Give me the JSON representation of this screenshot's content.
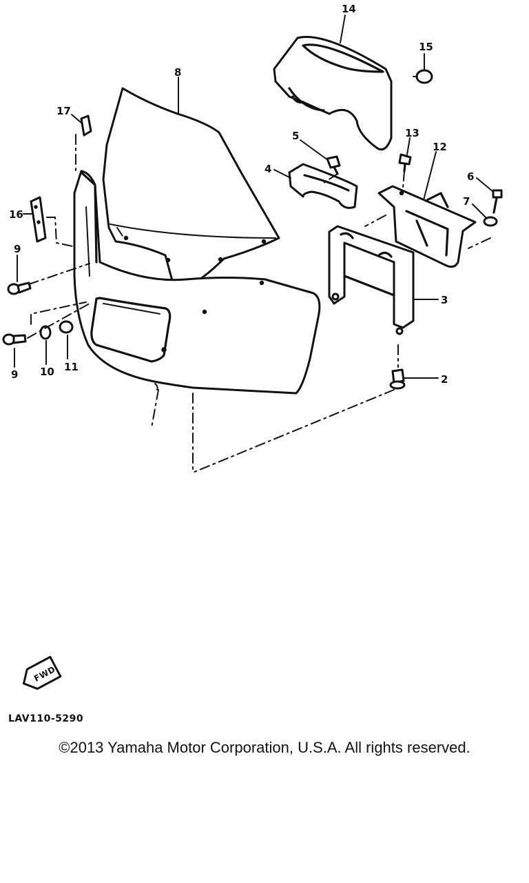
{
  "diagram": {
    "callouts": {
      "c1": "14",
      "c2": "15",
      "c3": "8",
      "c4": "17",
      "c5": "5",
      "c6": "13",
      "c7": "12",
      "c8": "4",
      "c9": "6",
      "c10": "7",
      "c11": "16",
      "c12": "9",
      "c13": "3",
      "c14": "9",
      "c15": "10",
      "c16": "11",
      "c17": "2"
    },
    "front_marker": "FWD",
    "drawing_code": "LAV110-5290"
  },
  "footer": {
    "copyright": "©2013 Yamaha Motor Corporation, U.S.A. All rights reserved."
  },
  "colors": {
    "ink": "#111111",
    "paper": "#ffffff"
  }
}
